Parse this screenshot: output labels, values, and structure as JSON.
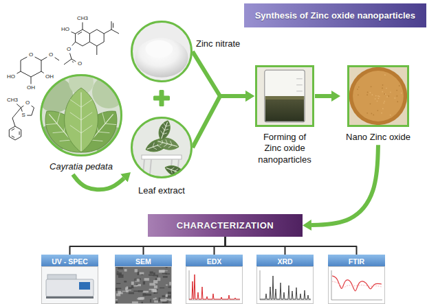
{
  "diagram": {
    "title": "Synthesis of Zinc oxide nanoparticles",
    "nodes": [
      {
        "text": [
          "Cayratia pedata"
        ]
      },
      {
        "text": [
          "Zinc nitrate"
        ]
      },
      {
        "text": [
          "Leaf extract"
        ]
      },
      {
        "text": [
          "Forming of Zinc oxide nanoparticles"
        ]
      },
      {
        "text": [
          "Nano Zinc oxide"
        ]
      },
      {
        "text": [
          "CHARACTERIZATION"
        ]
      },
      {
        "text": [
          "UV - SPEC"
        ]
      },
      {
        "text": [
          "SEM"
        ]
      },
      {
        "text": [
          "EDX"
        ]
      },
      {
        "text": [
          "XRD"
        ]
      },
      {
        "text": [
          "FTIR"
        ]
      }
    ],
    "edges": [
      {
        "from": 0,
        "to": 2,
        "arrow": "to"
      },
      {
        "from": 1,
        "to": 3,
        "arrow": "to"
      },
      {
        "from": 2,
        "to": 3,
        "arrow": "to"
      },
      {
        "from": 3,
        "to": 4,
        "arrow": "to"
      },
      {
        "from": 4,
        "to": 5,
        "arrow": "to"
      },
      {
        "from": 5,
        "to": 6,
        "arrow": "none"
      },
      {
        "from": 5,
        "to": 7,
        "arrow": "none"
      },
      {
        "from": 5,
        "to": 8,
        "arrow": "none"
      },
      {
        "from": 5,
        "to": 9,
        "arrow": "none"
      },
      {
        "from": 5,
        "to": 10,
        "arrow": "none"
      }
    ],
    "labels": [
      "O",
      "O",
      "HO",
      "OH",
      "OH",
      "CH3",
      "HO",
      "O",
      "O",
      "CH3",
      "O",
      "S"
    ]
  }
}
